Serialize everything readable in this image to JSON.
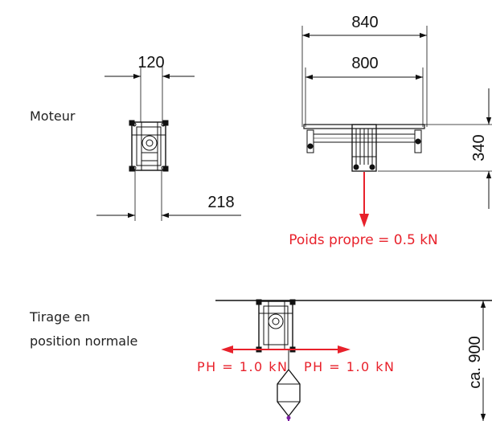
{
  "labels": {
    "motor": "Moteur",
    "traction_line1": "Tirage en",
    "traction_line2": "position normale"
  },
  "dimensions": {
    "width_side": "120",
    "depth_side": "218",
    "width_outer": "840",
    "width_inner": "800",
    "height": "340",
    "approx_distance": "ca. 900"
  },
  "loads": {
    "self_weight": "Poids propre = 0.5 kN",
    "horizontal_left": "PH  =  1.0  kN",
    "horizontal_right": "PH  =  1.0  kN"
  },
  "colors": {
    "load": "#e8212b",
    "line": "#111111",
    "weight": "#7b1fa2"
  }
}
